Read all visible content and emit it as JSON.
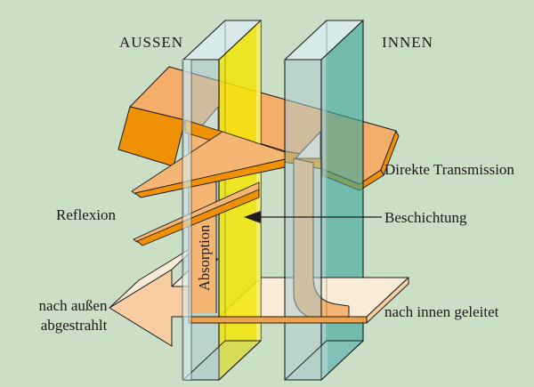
{
  "labels": {
    "aussen": "AUSSEN",
    "innen": "INNEN",
    "direkte_transmission": "Direkte Transmission",
    "beschichtung": "Beschichtung",
    "reflexion": "Reflexion",
    "absorption": "Absorption",
    "nach_aussen_line1": "nach außen",
    "nach_aussen_line2": "abgestrahlt",
    "nach_innen": "nach innen geleitet"
  },
  "colors": {
    "background": "#cbdec6",
    "beam_top": "#f5ae6a",
    "beam_front": "#ef9005",
    "flow_band": "#f5b573",
    "cream_face": "#f8ecd9",
    "peach_face": "#f8cda2",
    "edging_orange": "#f0a148",
    "coating_yellow": "#f3e607",
    "coating_yellow_light": "#f6f089",
    "glass_front": "#a9c9cf",
    "glass_top": "#d8e9ea",
    "glass_teal": "#3aa89e",
    "glass_highlight": "#d8ecef",
    "outline": "#1c1c1c",
    "text": "#1a1a1a"
  },
  "diagram": {
    "subject": "energy flow through coated double glazing",
    "sides": [
      "AUSSEN",
      "INNEN"
    ],
    "flows": [
      "Reflexion",
      "Absorption",
      "Direkte Transmission",
      "nach außen abgestrahlt",
      "nach innen geleitet"
    ],
    "pointer_target": "Beschichtung"
  }
}
